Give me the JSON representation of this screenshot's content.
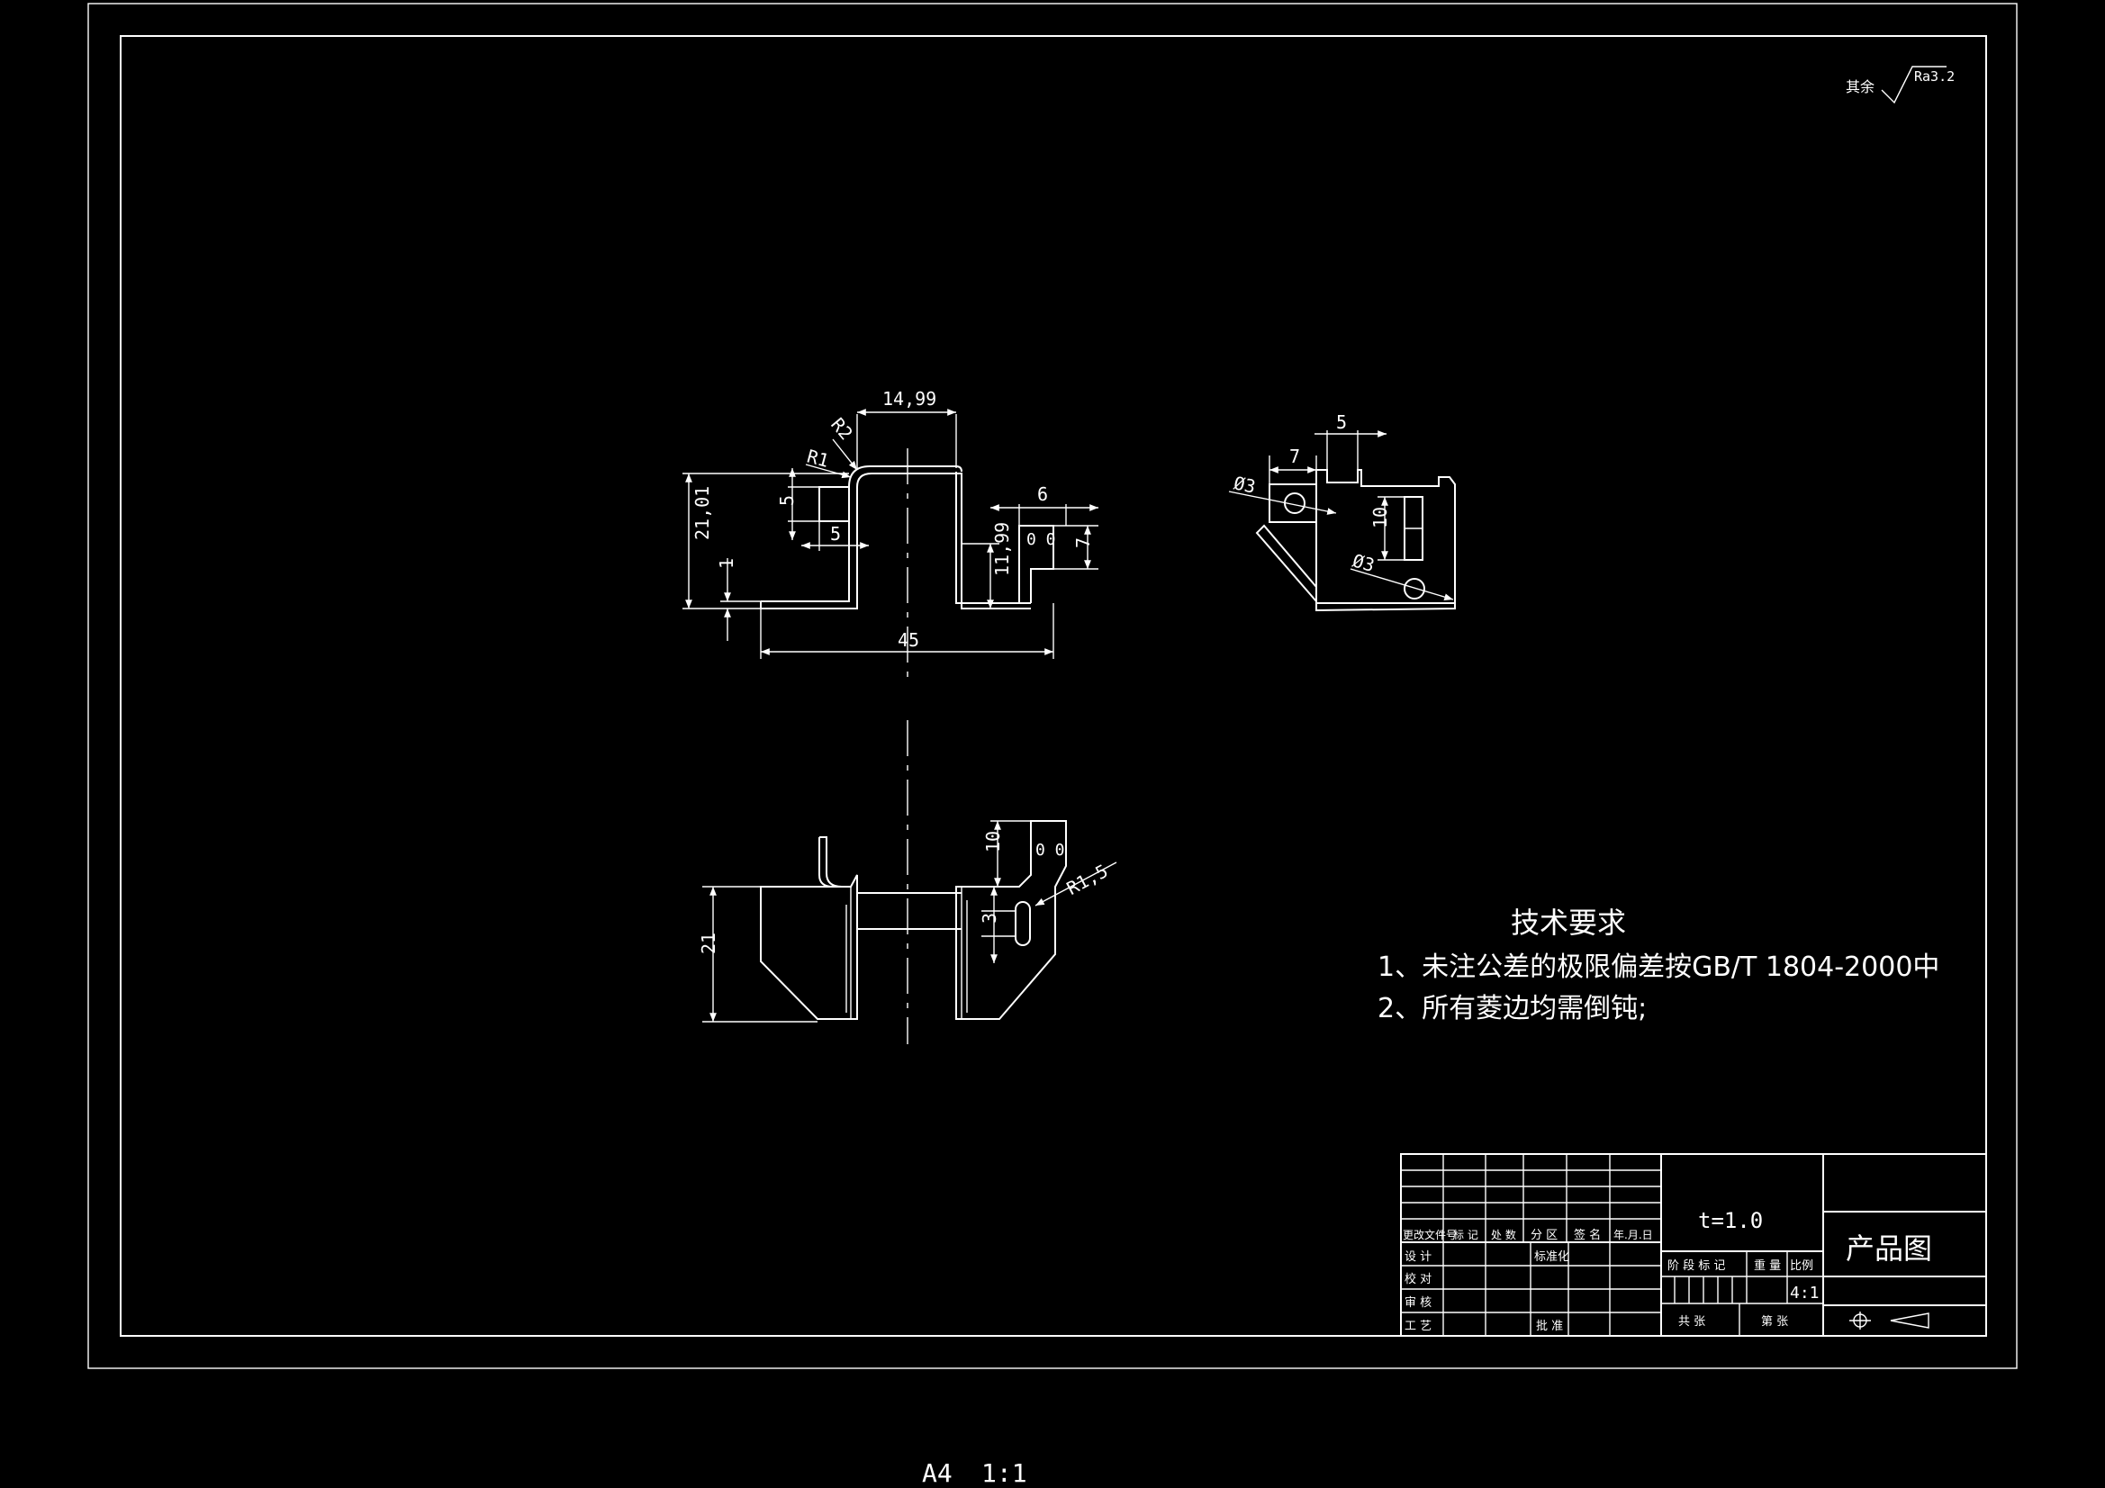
{
  "surface_note": {
    "label": "其余",
    "ra": "Ra3.2"
  },
  "dimensions": {
    "d_14_99": "14,99",
    "d_R2": "R2",
    "d_R1": "R1",
    "d_5a": "5",
    "d_5b": "5",
    "d_21_01": "21,01",
    "d_1": "1",
    "d_45": "45",
    "d_6": "6",
    "d_11_99": "11,99",
    "d_7a": "7",
    "d_5c": "5",
    "d_7b": "7",
    "d_dia3a": "Ø3",
    "d_10a": "10",
    "d_dia3b": "Ø3",
    "d_10b": "10",
    "d_R1_5": "R1,5",
    "d_3": "3",
    "d_21": "21"
  },
  "tech_requirements": {
    "title": "技术要求",
    "items": [
      "1、未注公差的极限偏差按GB/T 1804-2000中",
      "2、所有菱边均需倒钝;"
    ]
  },
  "title_block": {
    "thickness": "t=1.0",
    "drawing_name": "产品图",
    "change_header": [
      "更改文件号",
      "标 记",
      "处 数",
      "分 区",
      "签 名",
      "年.月.日"
    ],
    "roles": [
      "设 计",
      "校 对",
      "审 核",
      "工 艺"
    ],
    "standardization": "标准化",
    "approval": "批 准",
    "stage_label": "阶 段 标 记",
    "weight_label": "重 量",
    "scale_label": "比例",
    "scale_value": "4:1",
    "sheets_total": "共 张",
    "sheet_no": "第 张"
  },
  "paper": {
    "format": "A4",
    "scale": "1:1"
  }
}
